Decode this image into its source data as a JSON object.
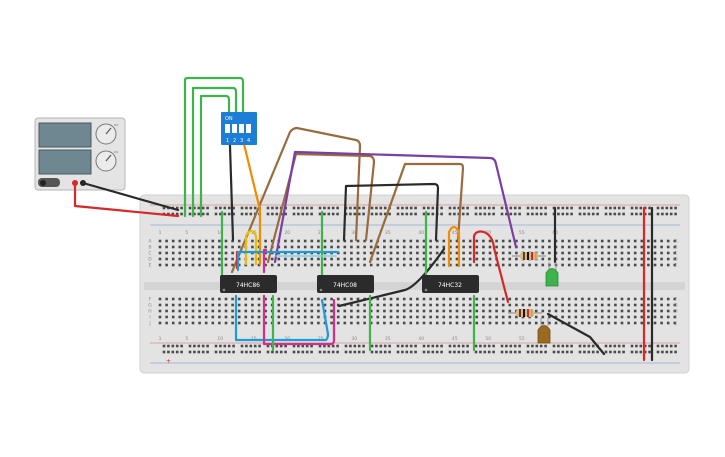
{
  "breadboard": {
    "column_numbers_top": [
      "1",
      "5",
      "10",
      "15",
      "20",
      "25",
      "30",
      "35",
      "40",
      "45",
      "50",
      "55",
      "60"
    ],
    "column_numbers_bottom": [
      "1",
      "5",
      "10",
      "15",
      "20",
      "25",
      "30",
      "35",
      "40",
      "45",
      "50",
      "55"
    ],
    "row_letters_top": [
      "A",
      "B",
      "C",
      "D",
      "E"
    ],
    "row_letters_bottom": [
      "F",
      "G",
      "H",
      "I",
      "J"
    ],
    "rail_sign": "+"
  },
  "chips": [
    {
      "label": "74HC86"
    },
    {
      "label": "74HC08"
    },
    {
      "label": "74HC32"
    }
  ],
  "dip_switch": {
    "on_label": "ON",
    "numbers": [
      "1",
      "2",
      "3",
      "4"
    ]
  },
  "power_supply": {
    "knob_labels": [
      "CV",
      "CC"
    ],
    "terminals": [
      "neg",
      "pos"
    ]
  },
  "colors": {
    "green": "#3cb44b",
    "brown": "#9a6a3f",
    "purple": "#7a3fa0",
    "black": "#2a2a2a",
    "orange": "#f08c00",
    "red": "#d62828",
    "blue": "#1e9bd7",
    "magenta": "#d0308a",
    "board": "#e3e3e3",
    "chip": "#2b2b2b",
    "switch": "#1e7ed6"
  },
  "leds": [
    {
      "color": "green"
    },
    {
      "color": "brown"
    }
  ]
}
